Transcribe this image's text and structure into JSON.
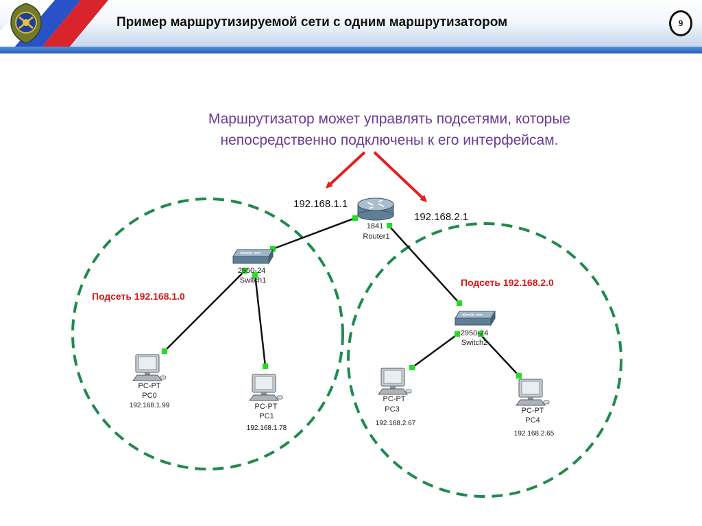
{
  "header": {
    "title": "Пример маршрутизируемой сети с одним маршрутизатором",
    "page_number": "9",
    "bar_color": "#2460b8"
  },
  "caption": {
    "line1": "Маршрутизатор может управлять подсетями, которые",
    "line2": "непосредственно подключены к его интерфейсам.",
    "color": "#6b3a98"
  },
  "diagram": {
    "router": {
      "model": "1841",
      "name": "Router1",
      "interface_left_ip": "192.168.1.1",
      "interface_right_ip": "192.168.2.1",
      "icon": "router-icon"
    },
    "subnets": [
      {
        "label": "Подсеть 192.168.1.0",
        "color": "#d61818",
        "circle_color": "#1f8a4e"
      },
      {
        "label": "Подсеть 192.168.2.0",
        "color": "#d61818",
        "circle_color": "#1f8a4e"
      }
    ],
    "switches": [
      {
        "model": "2950-24",
        "name": "Switch1",
        "icon": "switch-icon"
      },
      {
        "model": "2950-24",
        "name": "Switch2",
        "icon": "switch-icon"
      }
    ],
    "pcs": [
      {
        "type": "PC-PT",
        "name": "PC0",
        "ip": "192.168.1.99",
        "icon": "computer-icon"
      },
      {
        "type": "PC-PT",
        "name": "PC1",
        "ip": "192.168.1.78",
        "icon": "computer-icon"
      },
      {
        "type": "PC-PT",
        "name": "PC3",
        "ip": "192.168.2.67",
        "icon": "computer-icon"
      },
      {
        "type": "PC-PT",
        "name": "PC4",
        "ip": "192.168.2.65",
        "icon": "computer-icon"
      }
    ],
    "link_color": "#111111",
    "link_light_color": "#22dd22",
    "arrow_color": "#e41e1e"
  }
}
